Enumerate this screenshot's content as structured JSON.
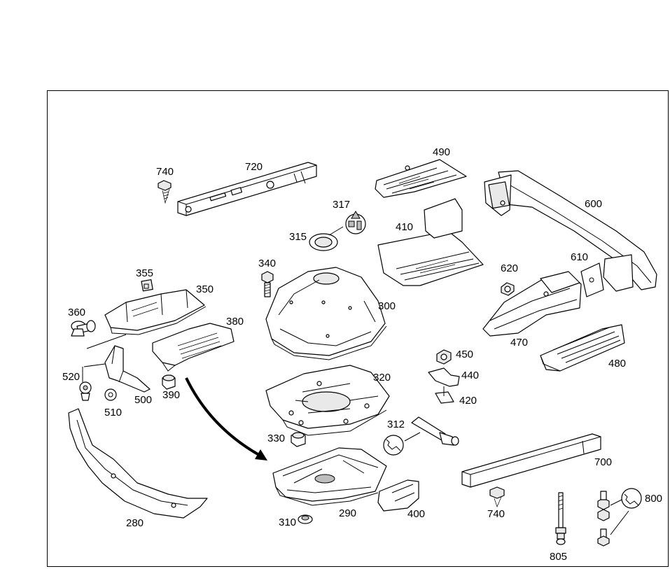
{
  "diagram": {
    "labels": {
      "p740a": "740",
      "p720": "720",
      "p490": "490",
      "p600": "600",
      "p317": "317",
      "p315": "315",
      "p410": "410",
      "p340": "340",
      "p620": "620",
      "p610": "610",
      "p355": "355",
      "p350": "350",
      "p300": "300",
      "p360": "360",
      "p380": "380",
      "p470": "470",
      "p450": "450",
      "p480": "480",
      "p520": "520",
      "p440": "440",
      "p320": "320",
      "p500": "500",
      "p390": "390",
      "p420": "420",
      "p510": "510",
      "p312": "312",
      "p330": "330",
      "p700": "700",
      "p800": "800",
      "p280": "280",
      "p290": "290",
      "p400": "400",
      "p740b": "740",
      "p310": "310",
      "p805": "805"
    }
  },
  "icons": {
    "wrench": "wrench-icon",
    "arrow": "curved-arrow-icon"
  }
}
